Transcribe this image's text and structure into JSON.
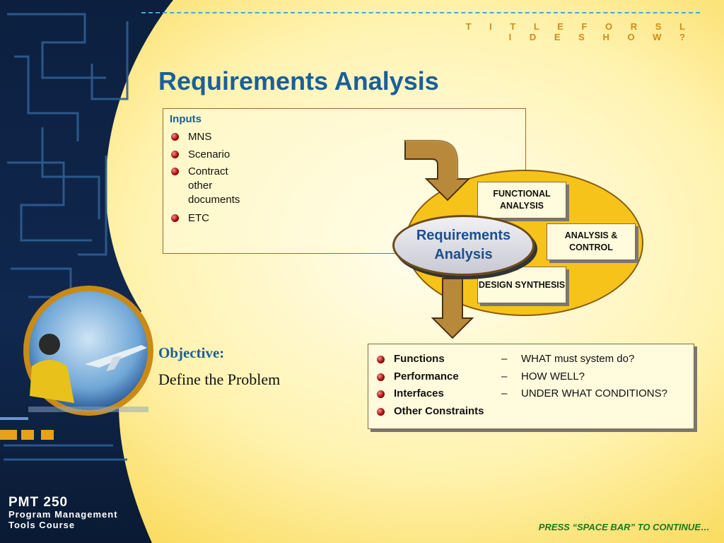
{
  "header": {
    "title": "T I T L E   F O R   S L I D E S H O W ?"
  },
  "page_title": "Requirements Analysis",
  "inputs": {
    "heading": "Inputs",
    "items": [
      "MNS",
      "Scenario",
      "Contract other documents",
      "ETC"
    ]
  },
  "diagram": {
    "center_label": "Requirements Analysis",
    "boxes": {
      "functional": "FUNCTIONAL ANALYSIS",
      "analysis_control": "ANALYSIS & CONTROL",
      "design": "DESIGN SYNTHESIS"
    }
  },
  "outputs": [
    {
      "term": "Functions",
      "dash": "–",
      "desc": "WHAT must system do?"
    },
    {
      "term": "Performance",
      "dash": "–",
      "desc": "HOW WELL?"
    },
    {
      "term": "Interfaces",
      "dash": "–",
      "desc": "UNDER WHAT CONDITIONS?"
    },
    {
      "term": "Other Constraints",
      "dash": "",
      "desc": ""
    }
  ],
  "objective": {
    "label": "Objective:",
    "text": "Define the Problem"
  },
  "course": {
    "code": "PMT 250",
    "line1": "Program Management",
    "line2": "Tools Course"
  },
  "footer": "PRESS “SPACE BAR” TO CONTINUE…",
  "colors": {
    "title_blue": "#1b5f99",
    "accent_gold": "#f6c31a",
    "footer_green": "#1a7a1a",
    "dark_blue_panel": "#0f2a55"
  }
}
